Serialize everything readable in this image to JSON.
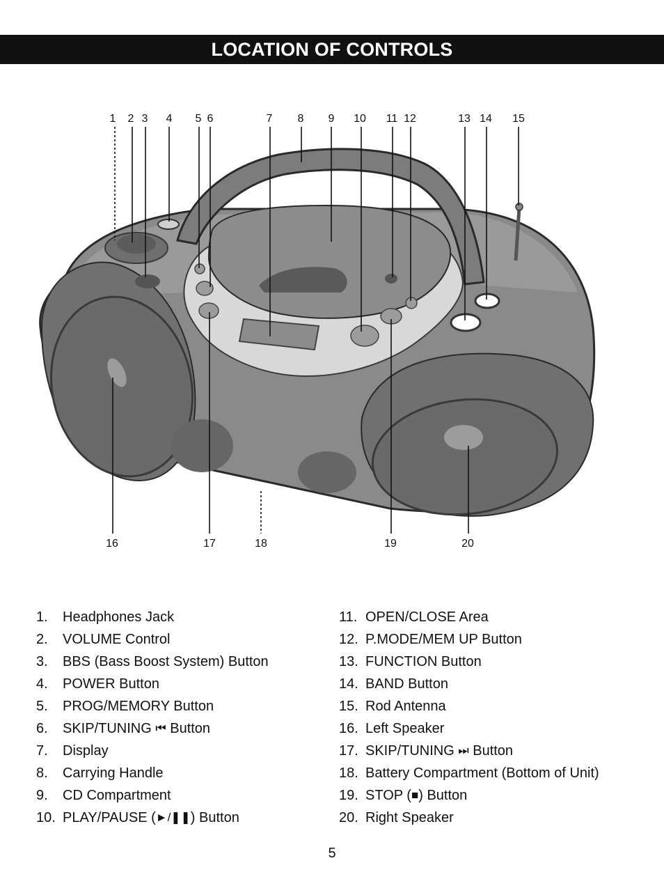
{
  "header": {
    "title": "LOCATION OF CONTROLS"
  },
  "callouts_top": [
    "1",
    "2",
    "3",
    "4",
    "5",
    "6",
    "7",
    "8",
    "9",
    "10",
    "11",
    "12",
    "13",
    "14",
    "15"
  ],
  "callouts_bottom": [
    "16",
    "17",
    "18",
    "19",
    "20"
  ],
  "controls_left": [
    {
      "num": "1.",
      "label": "Headphones Jack"
    },
    {
      "num": "2.",
      "label": "VOLUME Control"
    },
    {
      "num": "3.",
      "label": "BBS (Bass Boost System) Button"
    },
    {
      "num": "4.",
      "label": "POWER Button"
    },
    {
      "num": "5.",
      "label": "PROG/MEMORY Button"
    },
    {
      "num": "6.",
      "label": "SKIP/TUNING",
      "glyph": "⏮",
      "suffix": " Button"
    },
    {
      "num": "7.",
      "label": "Display"
    },
    {
      "num": "8.",
      "label": "Carrying Handle"
    },
    {
      "num": "9.",
      "label": "CD Compartment"
    },
    {
      "num": "10.",
      "label": "PLAY/PAUSE (",
      "glyph": "►/❚❚",
      "suffix": ") Button"
    }
  ],
  "controls_right": [
    {
      "num": "11.",
      "label": "OPEN/CLOSE Area"
    },
    {
      "num": "12.",
      "label": "P.MODE/MEM UP Button"
    },
    {
      "num": "13.",
      "label": "FUNCTION Button"
    },
    {
      "num": "14.",
      "label": "BAND Button"
    },
    {
      "num": "15.",
      "label": "Rod Antenna"
    },
    {
      "num": "16.",
      "label": "Left Speaker"
    },
    {
      "num": "17.",
      "label": "SKIP/TUNING",
      "glyph": "⏭",
      "suffix": " Button"
    },
    {
      "num": "18.",
      "label": "Battery Compartment (Bottom of Unit)"
    },
    {
      "num": "19.",
      "label": "STOP (",
      "glyph": "■",
      "suffix": ") Button"
    },
    {
      "num": "20.",
      "label": "Right Speaker"
    }
  ],
  "page_number": "5"
}
